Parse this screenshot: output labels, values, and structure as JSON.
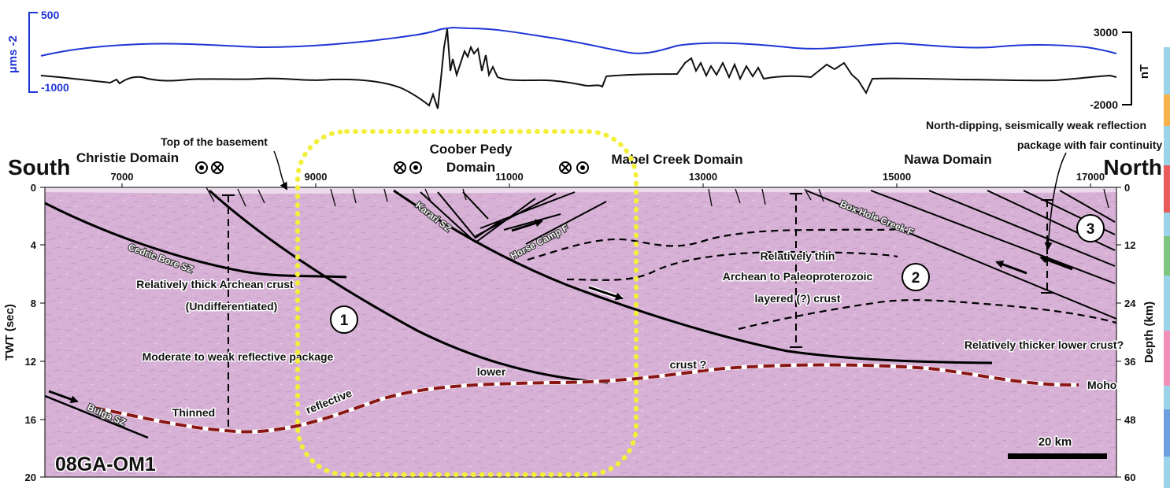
{
  "gravity": {
    "top_label": "500",
    "bottom_label": "-1000",
    "unit": "µms -2"
  },
  "magnetic": {
    "top_label": "3000",
    "bottom_label": "-2000",
    "unit": "nT"
  },
  "directions": {
    "left": "South",
    "right": "North"
  },
  "domains": {
    "christie": "Christie  Domain",
    "coober_line1": "Coober Pedy",
    "coober_line2": "Domain",
    "mabel": "Mabel Creek Domain",
    "nawa": "Nawa Domain"
  },
  "cdp_ticks": [
    "7000",
    "9000",
    "11000",
    "13000",
    "15000",
    "17000"
  ],
  "twt_ticks": [
    "0",
    "4",
    "8",
    "12",
    "16",
    "20"
  ],
  "depth_ticks": [
    "0",
    "12",
    "24",
    "36",
    "48",
    "60"
  ],
  "axis_labels": {
    "twt": "TWT (sec)",
    "depth": "Depth (km)"
  },
  "annotations": {
    "top_basement": "Top of the basement",
    "north_dipping_1": "North-dipping, seismically weak reflection",
    "north_dipping_2": "package with fair continuity",
    "thick_archean": "Relatively thick Archean crust",
    "undifferentiated": "(Undifferentiated)",
    "moderate_weak": "Moderate to weak reflective package",
    "thinned": "Thinned",
    "reflective": "reflective",
    "lower": "lower",
    "crust_q": "crust ?",
    "thin_1": "Relatively thin",
    "thin_2": "Archean to Paleoproterozoic",
    "thin_3": "layered (?) crust",
    "thicker_lower": "Relatively thicker lower crust?",
    "moho": "Moho",
    "scale": "20 km",
    "line_id": "08GA-OM1"
  },
  "faults": {
    "cedric": "Cedric Bore SZ",
    "karari": "Karari SZ",
    "horse_camp": "Horse Camp F",
    "box_hole": "Box Hole Creek F",
    "bulga": "Bulga SZ"
  },
  "markers": {
    "one": "1",
    "two": "2",
    "three": "3"
  },
  "colors": {
    "gravity_line": "#1f35d6",
    "section_bg": "#d7b1d6",
    "moho": "#8a1616",
    "highlight": "#f3ef3a"
  }
}
